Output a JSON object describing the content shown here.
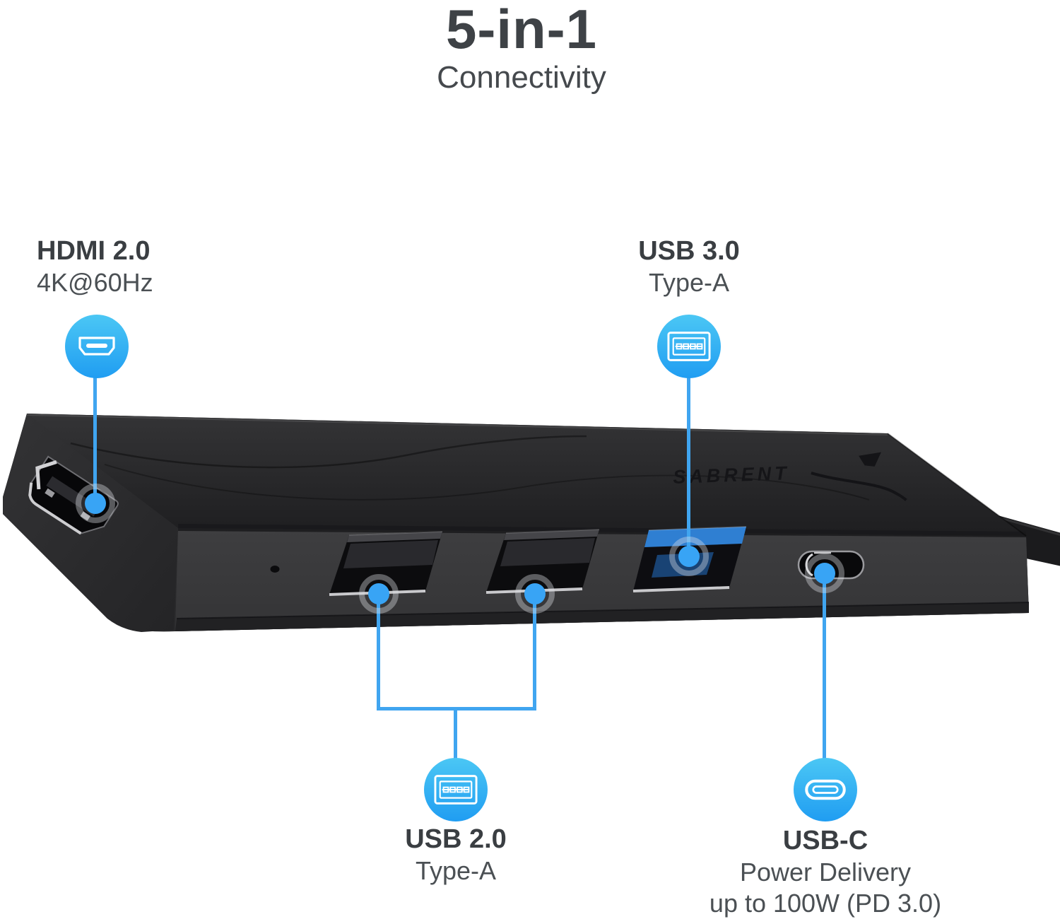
{
  "title": {
    "heading": "5-in-1",
    "subheading": "Connectivity"
  },
  "callouts": {
    "hdmi": {
      "label": "HDMI 2.0",
      "sublabel": "4K@60Hz",
      "icon": "hdmi-port-icon"
    },
    "usb3": {
      "label": "USB 3.0",
      "sublabel": "Type-A",
      "icon": "usb-a-port-icon"
    },
    "usb2": {
      "label": "USB 2.0",
      "sublabel": "Type-A",
      "icon": "usb-a-port-icon"
    },
    "usbc": {
      "label": "USB-C",
      "sublabel": "Power Delivery",
      "sublabel2": "up to 100W (PD 3.0)",
      "icon": "usb-c-port-icon"
    }
  },
  "device": {
    "brand": "SABRENT"
  },
  "colors": {
    "accent_dot": "#38a4f5",
    "accent_line": "#40a5f0",
    "badge_gradient_top": "#4bc7f4",
    "badge_gradient_bottom": "#209df2",
    "heading_text": "#3a3e42",
    "sub_text": "#4b5054",
    "device_body": "#2a2a2c",
    "device_front": "#3a3a3c",
    "usb3_port_blue": "#2f7fd2"
  }
}
